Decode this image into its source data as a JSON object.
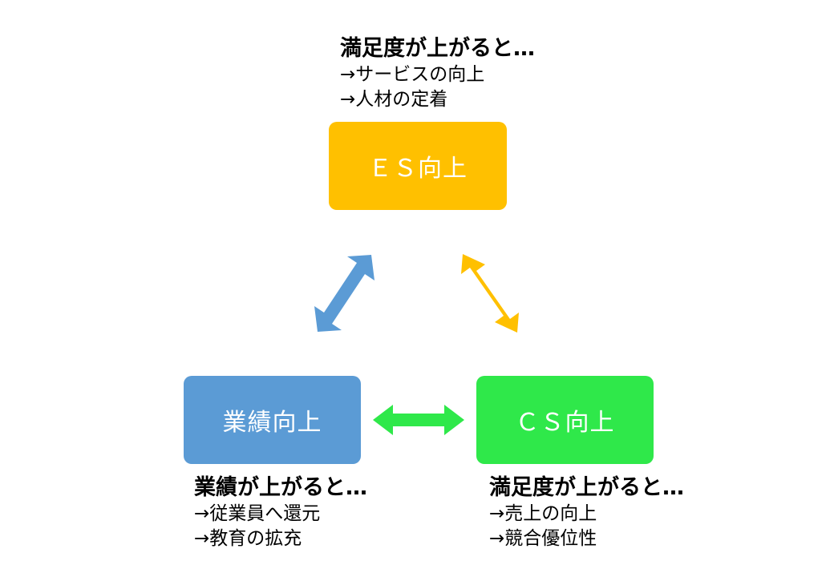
{
  "colors": {
    "es_box": "#FFC000",
    "performance_box": "#5B9BD5",
    "cs_box": "#2FE84A",
    "arrow_blue": "#5B9BD5",
    "arrow_yellow": "#FFC000",
    "arrow_green": "#2FE84A"
  },
  "boxes": {
    "es": "ＥＳ向上",
    "performance": "業績向上",
    "cs": "ＣＳ向上"
  },
  "notes": {
    "es": {
      "title": "満足度が上がると…",
      "lines": [
        "→サービスの向上",
        "→人材の定着"
      ]
    },
    "performance": {
      "title": "業績が上がると…",
      "lines": [
        "→従業員へ還元",
        "→教育の拡充"
      ]
    },
    "cs": {
      "title": "満足度が上がると…",
      "lines": [
        "→売上の向上",
        "→競合優位性"
      ]
    }
  },
  "icons": {
    "arrow_es_performance": "double-arrow-icon",
    "arrow_es_cs": "double-arrow-icon",
    "arrow_performance_cs": "double-arrow-icon"
  }
}
